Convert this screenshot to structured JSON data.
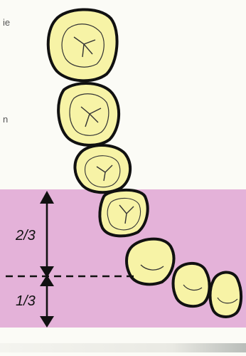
{
  "figure": {
    "labels": {
      "upper_fraction": "2/3",
      "lower_fraction": "1/3"
    },
    "edge_text": {
      "top": "ie",
      "middle": "n"
    },
    "colors": {
      "background": "#fbfbf6",
      "band_fill": "#e4b2d9",
      "tooth_fill": "#f7f3a6",
      "outline": "#111111",
      "arrow": "#111111"
    },
    "teeth": [
      {
        "name": "second-molar",
        "kind": "molar"
      },
      {
        "name": "first-molar",
        "kind": "molar"
      },
      {
        "name": "second-premolar",
        "kind": "premolar"
      },
      {
        "name": "first-premolar",
        "kind": "premolar"
      },
      {
        "name": "canine",
        "kind": "canine"
      },
      {
        "name": "lateral-incisor",
        "kind": "incisor"
      },
      {
        "name": "central-incisor",
        "kind": "incisor"
      }
    ]
  }
}
